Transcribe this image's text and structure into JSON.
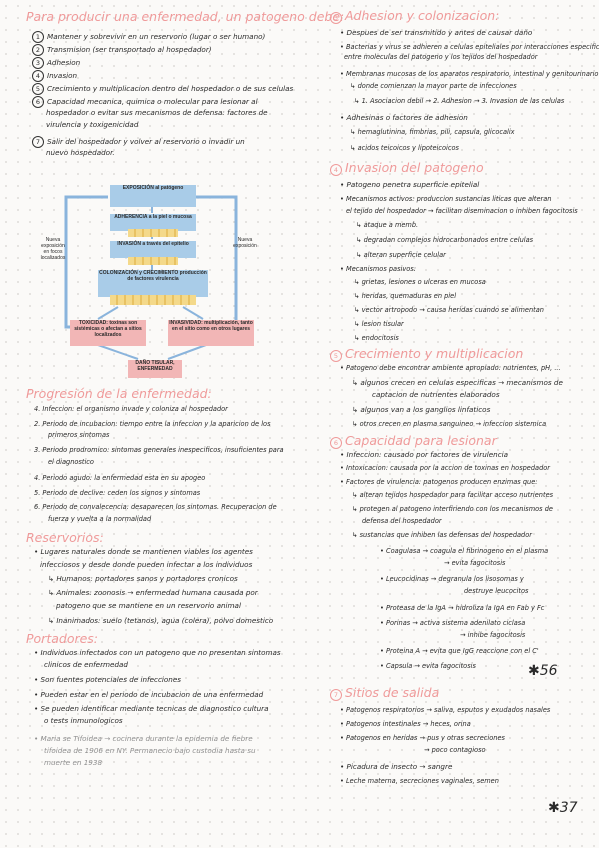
{
  "left": {
    "title": "Para producir una enfermedad, un patogeno debe:",
    "steps": [
      "Mantener y sobrevivir en un reservorio (lugar o ser humano)",
      "Transmision (ser transportado al hospedador)",
      "Adhesion",
      "Invasion",
      "Crecimiento y multiplicacion dentro del hospedador o de sus celulas",
      "Capacidad mecanica, quimica o molecular para lesionar al",
      "Salir del hospedador y volver al reservorio o invadir un"
    ],
    "step6_cont1": "hospedador o evitar sus mecanismos de defensa: factores de",
    "step6_cont2": "virulencia y toxigenicidad",
    "step7_cont": "nuevo hospedador.",
    "diagram": {
      "box1": "EXPOSICIÓN al patógeno",
      "box2": "ADHERENCIA a la piel o mucosa",
      "box3": "INVASIÓN a través del epitelio",
      "box4": "COLONIZACIÓN y CRECIMIENTO producción de factores virulencia",
      "box5": "TOXICIDAD: toxinas son sistémicas o afectan a sitios localizados",
      "box6": "INVASIVIDAD: multiplicación, tanto en el sitio como en otros lugares",
      "box7": "DAÑO TISULAR, ENFERMEDAD",
      "left_label": "Nueva exposición en focos localizados",
      "right_label": "Nueva exposición"
    },
    "progression": {
      "title": "Progresión de la enfermedad:",
      "items": [
        "4. Infeccion: el organismo invade y coloniza al hospedador",
        "2. Periodo de incubacion: tiempo entre la infeccion y la aparicion de los",
        "3. Periodo prodromico: sintomas generales inespecificos, insuficientes para",
        "4. Periodo agudo: la enfermedad esta en su apogeo",
        "5. Periodo de declive: ceden los signos y sintomas",
        "6. Periodo de convalecencia: desaparecen los sintomas. Recuperacion de"
      ],
      "item2_cont": "primeros sintomas",
      "item3_cont": "el diagnostico",
      "item6_cont": "fuerza y vuelta a la normalidad"
    },
    "reservorios": {
      "title": "Reservorios:",
      "line1": "Lugares naturales donde se mantienen viables los agentes",
      "line2": "infecciosos y desde donde pueden infectar a los individuos",
      "humanos": "Humanos: portadores sanos y portadores cronicos",
      "animales1": "Animales: zoonosis → enfermedad humana causada por",
      "animales2": "patogeno que se mantiene en un reservorio animal",
      "inanimados": "Inanimados: suelo (tetanos), agua (colera), polvo domestico"
    },
    "portadores": {
      "title": "Portadores:",
      "b1": "Individuos infectados con un patogeno que no presentan sintomas",
      "b1c": "clinicos de enfermedad",
      "b2": "Son fuentes potenciales de infecciones",
      "b3": "Pueden estar en el periodo de incubacion de una enfermedad",
      "b4": "Se pueden identificar mediante tecnicas de diagnostico cultura",
      "b4c": "o tests inmunologicos",
      "note1": "Maria se Tifoidea → cocinera durante la epidemia de fiebre",
      "note2": "tifoidea de 1906 en NY. Permanecio bajo custodia hasta su",
      "note3": "muerte en 1938"
    }
  },
  "right": {
    "s3": {
      "title": "Adhesion y colonizacion:",
      "b1": "Despues de ser transmitido y antes de causar daño",
      "b2": "Bacterias y virus se adhieren a celulas epiteliales por interacciones especificas",
      "b2c": "entre moleculas del patogeno y los tejidos del hospedador",
      "b3": "Membranas mucosas de los aparatos respiratorio, intestinal y genitourinario",
      "b3s1": "donde comienzan la mayor parte de infecciones",
      "b3s2": "1. Asociacion debil → 2. Adhesion → 3. Invasion de las celulas",
      "b4": "Adhesinas o factores de adhesion",
      "b4s1": "hemaglutinina, fimbrias, pili, capsula, glicocalix",
      "b4s2": "acidos teicoicos y lipoteicoicos"
    },
    "s4": {
      "title": "Invasion del patogeno",
      "b1": "Patogeno penetra superficie epitelial",
      "b2": "Mecanismos activos: produccion sustancias liticas que alteran",
      "b2c": "el tejido del hospedador → facilitan diseminacion o inhiben fagocitosis",
      "b2s1": "ataque a memb.",
      "b2s2": "degradan complejos hidrocarbonados entre celulas",
      "b2s3": "alteran superficie celular",
      "b3": "Mecanismos pasivos:",
      "b3s1": "grietas, lesiones o ulceras en mucosa",
      "b3s2": "heridas, quemaduras en piel",
      "b3s3": "vector artropodo → causa heridas cuando se alimentan",
      "b3s4": "lesion tisular",
      "b3s5": "endocitosis"
    },
    "s5": {
      "title": "Crecimiento y multiplicacion",
      "b1": "Patogeno debe encontrar ambiente apropiado: nutrientes, pH, ...",
      "s1": "algunos crecen en celulas especificas → mecanismos de",
      "s1c": "captacion de nutrientes elaborados",
      "s2": "algunos van a los ganglios linfaticos",
      "s3": "otros crecen en plasma sanguineo → infeccion sistemica"
    },
    "s6": {
      "title": "Capacidad para lesionar",
      "b1": "Infeccion: causado por factores de virulencia",
      "b2": "Intoxicacion: causada por la accion de toxinas en hospedador",
      "b3": "Factores de virulencia: patogenos producen enzimas que:",
      "b3s1": "alteran tejidos hospedador para facilitar acceso nutrientes",
      "b3s2": "protegen al patogeno interfiriendo con los mecanismos de",
      "b3s2c": "defensa del hospedador",
      "b3s3": "sustancias que inhiben las defensas del hospedador",
      "coag": "Coagulasa → coagula el fibrinogeno en el plasma",
      "coagc": "→ evita fagocitosis",
      "leuco": "Leucocidinas → degranula los lisosomas y",
      "leucoc": "destruye leucocitos",
      "iga": "Proteasa de la IgA → hidroliza la IgA en Fab y Fc",
      "porinas": "Porinas → activa sistema adenilato ciclasa",
      "porinasc": "→ inhibe fagocitosis",
      "protA": "Proteina A → evita que IgG reaccione con el C'",
      "capsula": "Capsula → evita fagocitosis",
      "mark": "✱56"
    },
    "s7": {
      "title": "Sitios de salida",
      "b1": "Patogenos respiratorios → saliva, esputos y exudados nasales",
      "b2": "Patogenos intestinales → heces, orina",
      "b3": "Patogenos en heridas → pus y otras secreciones",
      "b3c": "→ poco contagioso",
      "b4": "Picadura de insecto → sangre",
      "b5": "Leche materna, secreciones vaginales, semen",
      "mark": "✱37"
    }
  }
}
